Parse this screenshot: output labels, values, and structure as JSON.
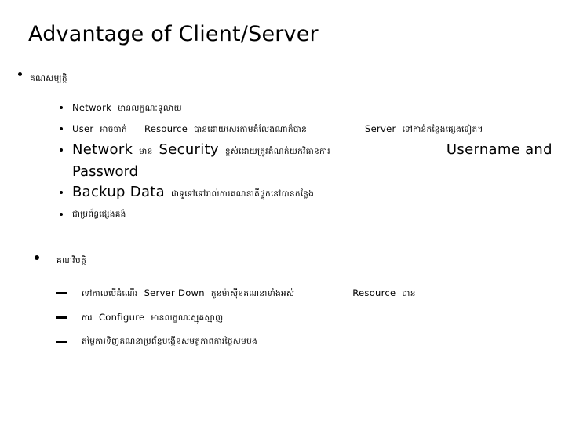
{
  "slide": {
    "title": "Advantage of Client/Server",
    "section1": {
      "heading_kh": "គណសម្បត្តិ",
      "items": [
        {
          "en1": "Network",
          "kh1": "មានលក្ខណៈទូលាយ"
        },
        {
          "en1": "User",
          "kh1": "អាចចាក់",
          "en2": "Resource",
          "kh2": "បានដោយសេរតាមតំលែងណាក៏បាន",
          "en3": "Server",
          "kh3": "ទៅកាន់កន្លែងផ្សេងទៀត។"
        },
        {
          "en1": "Network",
          "kh1": "មាន",
          "en2": "Security",
          "kh2": "ខ្ពស់ដោយត្រូវតំណត់យកវិធានការ",
          "en3": "Username and",
          "en3_cont": "Password"
        },
        {
          "en1": "Backup Data",
          "kh1": "ជាទូទៅទៅរាល់ការគណនាគឺផ្ទុកនៅបានកន្លែង"
        },
        {
          "kh1": "ជាប្រព័ន្ធផ្សេងគង់"
        }
      ]
    },
    "section2": {
      "heading_kh": "គណវិបត្តិ",
      "items": [
        {
          "kh1": "ទៅកាលបើដំណើរ",
          "en1": "Server Down",
          "kh2": "កូនម៉ាស៊ីនគណនាទាំងអស់",
          "en2": "Resource",
          "kh3": "បាន"
        },
        {
          "kh1": "ការ",
          "en1": "Configure",
          "kh2": "មានលក្ខណៈស្មុគស្មាញ"
        },
        {
          "kh1": "តម្លៃការទិញគណនាប្រព័ន្ធបង្កើនសមត្ថភាពការថ្លៃសមបង"
        }
      ]
    }
  }
}
